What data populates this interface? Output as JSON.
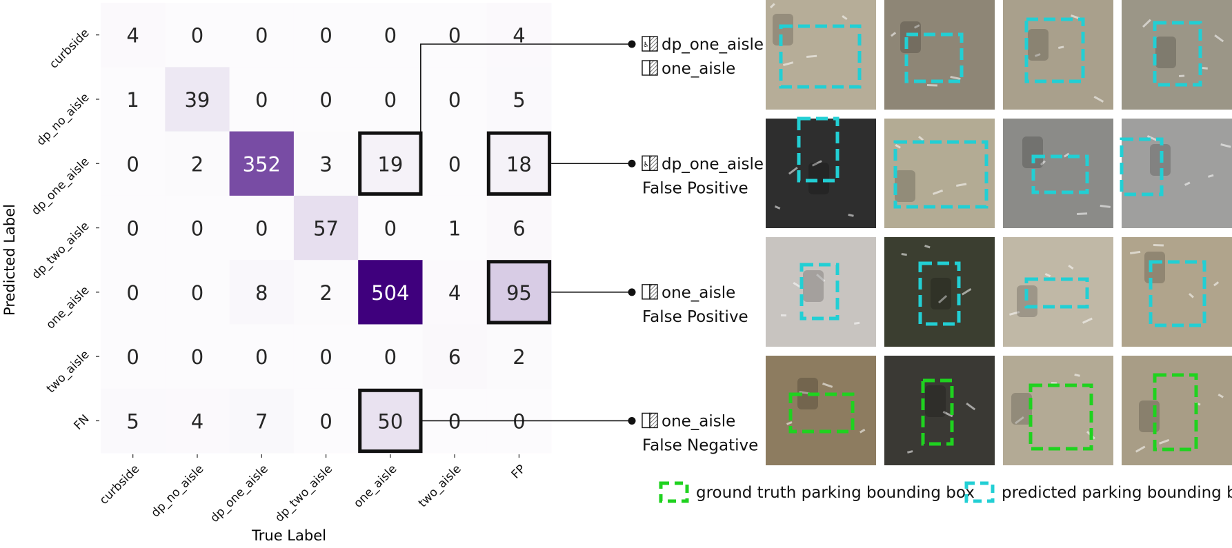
{
  "chart_data": {
    "type": "heatmap",
    "xlabel": "True Label",
    "ylabel": "Predicted Label",
    "x_categories": [
      "curbside",
      "dp_no_aisle",
      "dp_one_aisle",
      "dp_two_aisle",
      "one_aisle",
      "two_aisle",
      "FP"
    ],
    "y_categories": [
      "curbside",
      "dp_no_aisle",
      "dp_one_aisle",
      "dp_two_aisle",
      "one_aisle",
      "two_aisle",
      "FN"
    ],
    "values": [
      [
        4,
        0,
        0,
        0,
        0,
        0,
        4
      ],
      [
        1,
        39,
        0,
        0,
        0,
        0,
        5
      ],
      [
        0,
        2,
        352,
        3,
        19,
        0,
        18
      ],
      [
        0,
        0,
        0,
        57,
        0,
        1,
        6
      ],
      [
        0,
        0,
        8,
        2,
        504,
        4,
        95
      ],
      [
        0,
        0,
        0,
        0,
        0,
        6,
        2
      ],
      [
        5,
        4,
        7,
        0,
        50,
        0,
        0
      ]
    ],
    "colormap": {
      "low": "#fcfbfd",
      "high": "#3f007d"
    },
    "highlighted_cells": [
      [
        2,
        4
      ],
      [
        2,
        6
      ],
      [
        4,
        6
      ],
      [
        6,
        4
      ]
    ]
  },
  "annotations": [
    {
      "row": 0,
      "from_cell": [
        2,
        4
      ],
      "icon": "handicap-parking-icon",
      "lines": [
        "dp_one_aisle"
      ],
      "second_icon": "hatched-aisle-icon",
      "second_line": "one_aisle",
      "tiles": [
        "aerial-tile-hatched-stall",
        "aerial-tile-white-car",
        "aerial-tile-diagonal-hatch",
        "aerial-tile-silver-car"
      ]
    },
    {
      "row": 1,
      "from_cell": [
        2,
        6
      ],
      "icon": "handicap-parking-icon",
      "lines": [
        "dp_one_aisle",
        "False Positive"
      ],
      "tiles": [
        "aerial-tile-painted-number",
        "aerial-tile-pavement-lines",
        "aerial-tile-light-patch",
        "aerial-tile-gray-lot"
      ]
    },
    {
      "row": 2,
      "from_cell": [
        4,
        6
      ],
      "icon": "hatched-aisle-icon",
      "lines": [
        "one_aisle",
        "False Positive"
      ],
      "tiles": [
        "aerial-tile-red-blocks",
        "aerial-tile-dark-cars",
        "aerial-tile-striped-aisle",
        "aerial-tile-dark-car"
      ]
    },
    {
      "row": 3,
      "from_cell": [
        6,
        4
      ],
      "icon": "hatched-aisle-icon",
      "lines": [
        "one_aisle",
        "False Negative"
      ],
      "tiles": [
        "aerial-tile-tree-shadow",
        "aerial-tile-car-row",
        "aerial-tile-empty-stall",
        "aerial-tile-faded-lot"
      ]
    }
  ],
  "legend": [
    {
      "label": "ground truth parking bounding box",
      "color": "#1fd21f"
    },
    {
      "label": "predicted parking bounding box",
      "color": "#22cfd4"
    }
  ],
  "colors": {
    "ground_truth_box": "#1fd21f",
    "predicted_box": "#22cfd4",
    "highlight_border": "#111111"
  }
}
